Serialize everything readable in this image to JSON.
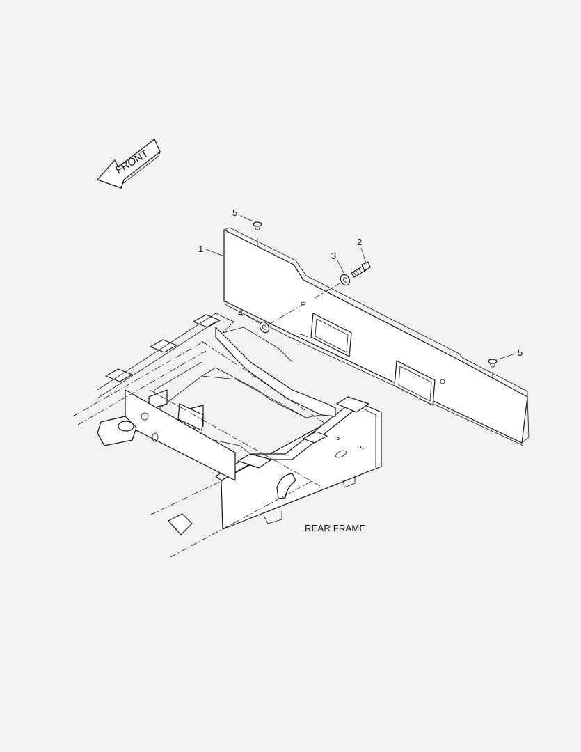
{
  "front_arrow": {
    "label": "FRONT"
  },
  "callouts": {
    "part_1": "1",
    "part_2": "2",
    "part_3": "3",
    "part_4": "4",
    "part_5_left": "5",
    "part_5_right": "5"
  },
  "frame_label": "REAR FRAME"
}
